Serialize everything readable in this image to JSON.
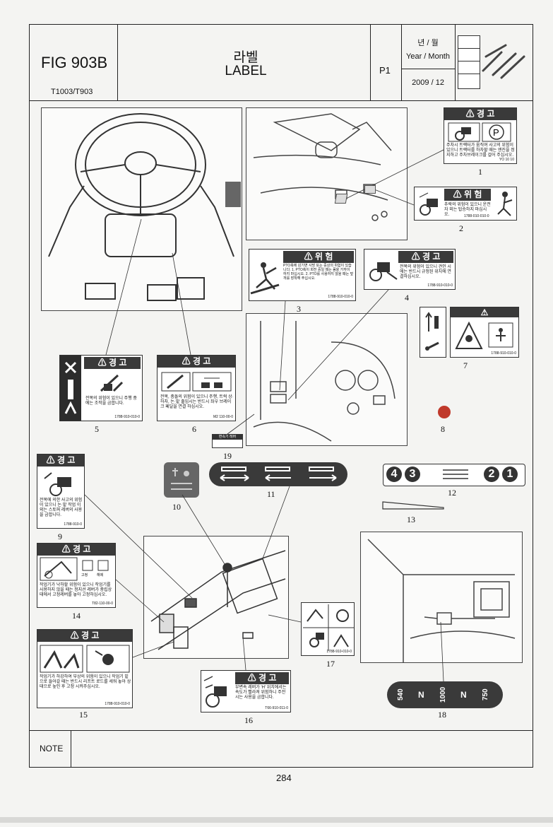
{
  "header": {
    "fig": "FIG 903B",
    "models": "T1003/T903",
    "title_kr": "라벨",
    "title_en": "LABEL",
    "part": "P1",
    "date_kr": "년 / 월",
    "date_en": "Year / Month",
    "date_value": "2009 / 12"
  },
  "labels": {
    "l1": {
      "num": "1",
      "bar": "⚠ 경 고",
      "text": "주차시 트랙터가 움직여 사고의 위험이 있으니 트랙터를 하차할 때는 엔진을 정지하고 주차브레이크를 걸어 주십시오.",
      "code": "YO 10 10"
    },
    "l2": {
      "num": "2",
      "bar": "⚠ 위 험",
      "text": "추락의 위험이 있으니 운전자 외는 탑승하지 마십시오.",
      "code": "1788-010-010-0"
    },
    "l3": {
      "num": "3",
      "bar": "⚠ 위 험",
      "text": "PTO축에 감기면 사망 또는 중상의 위험이 있습니다. 1. PTO축이 회전 중일 때는 몸을 가까이 하지 마십시오. 2. PTO를 사용하지 않을 때는 덮개를 장착해 주십시오.",
      "code": "1788-910-010-0"
    },
    "l4": {
      "num": "4",
      "bar": "⚠ 경 고",
      "text": "전복의 위험이 있으니 견인 시에는 반드시 규정된 위치에 연결하십시오.",
      "code": "1788-910-010-0"
    },
    "l5": {
      "num": "5",
      "bar": "⚠ 경 고",
      "text": "전복의 위험이 있으니 주행 중에는 조작을 금합니다.",
      "code": "1788-910-010-0"
    },
    "l6": {
      "num": "6",
      "bar": "⚠ 경 고",
      "text": "전복, 충돌의 위험이 있으니 주행, 트럭 상·하차, 논·밭 출입시는 반드시 좌우 브레이크 페달을 연결 하십시오.",
      "code": "M2 110-00-0"
    },
    "l7": {
      "num": "7",
      "code": "1788-910-010-0"
    },
    "l8": {
      "num": "8"
    },
    "l9": {
      "num": "9",
      "bar": "⚠ 경 고",
      "text": "전복에 의한 사고의 위험이 있으니 논·밭 작업 이외는 스토퍼 레버의 사용을 금합니다.",
      "code": "1788-910-0"
    },
    "l10": {
      "num": "10"
    },
    "l11": {
      "num": "11"
    },
    "l12": {
      "num": "12",
      "digits": [
        "4",
        "3",
        "2",
        "1"
      ]
    },
    "l13": {
      "num": "13"
    },
    "l14": {
      "num": "14",
      "bar": "⚠ 경 고",
      "sub1": "고정",
      "sub2": "해제",
      "text": "작업기가 낙하할 위험이 있으니 작업기를 사용하지 않을 때는 정지선 레버가 중립상태에서 고정레버를 놓아 고정하십시오.",
      "code": "T82-110-00-0"
    },
    "l15": {
      "num": "15",
      "bar": "⚠ 경 고",
      "text": "작업기가 하강하여 부상의 위험이 있으니 작업기 밑으로 들어갈 때는 반드시 리프트 로드를 세워 놓아 상태으로 높인 후 고정 시켜주십시오.",
      "code": "1788-910-010-0"
    },
    "l16": {
      "num": "16",
      "bar": "⚠ 경 고",
      "text": "부변속 레버가 'H' 위치에서는 속도가 빨라져 위험하니 주전시는 사용을 금합니다.",
      "code": "T66-910-011-0"
    },
    "l17": {
      "num": "17",
      "code": "1788-910-010-0"
    },
    "l18": {
      "num": "18",
      "items": [
        "540",
        "N",
        "1000",
        "N",
        "750"
      ]
    },
    "l19": {
      "num": "19",
      "text": "변속기 레버"
    }
  },
  "page_number": "284",
  "note": "NOTE"
}
